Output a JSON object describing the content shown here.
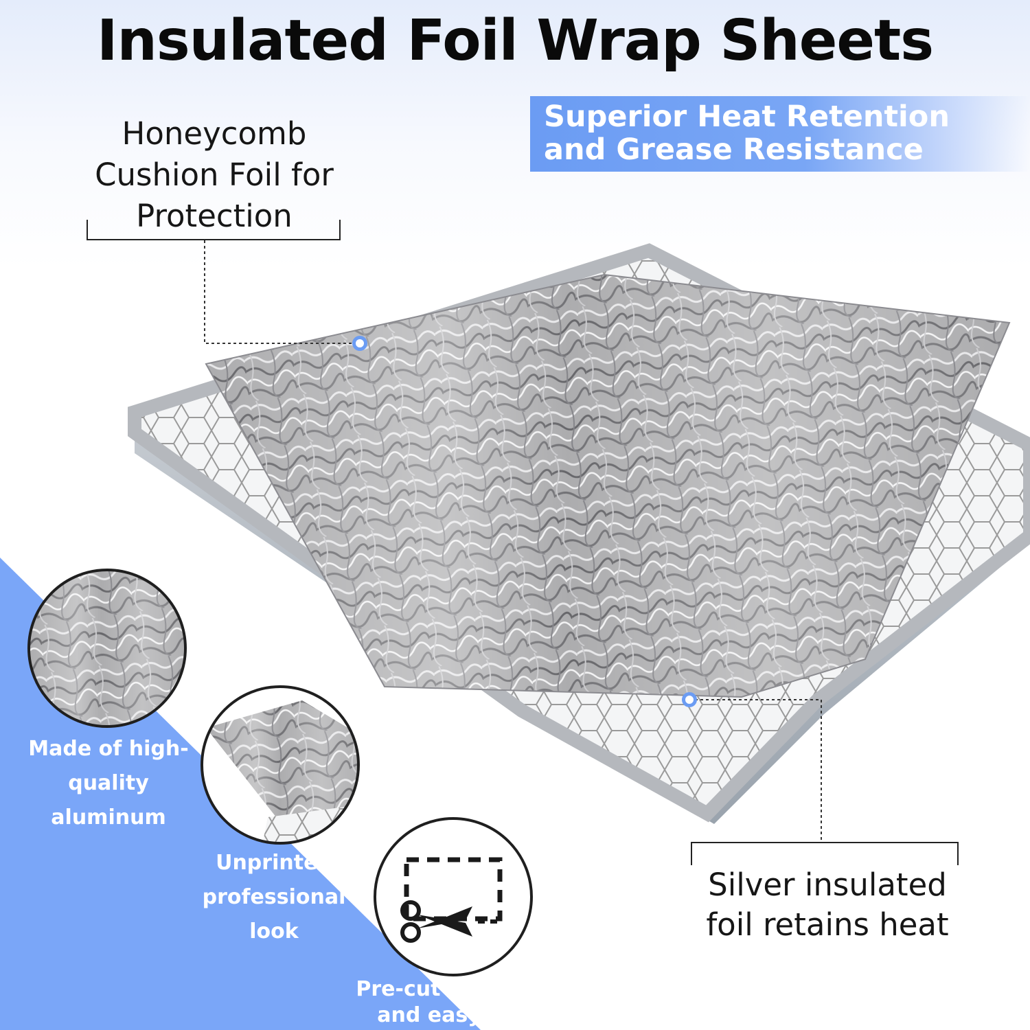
{
  "title": "Insulated Foil Wrap Sheets",
  "banner": {
    "line1": "Superior Heat Retention",
    "line2": "and Grease Resistance"
  },
  "callouts": {
    "honeycomb": [
      "Honeycomb",
      "Cushion Foil for",
      "Protection"
    ],
    "silver": [
      "Silver insulated",
      "foil retains heat"
    ]
  },
  "features": {
    "aluminum": [
      "Made of high-",
      "quality",
      "aluminum"
    ],
    "unprinted": [
      "Unprinted",
      "professional look"
    ],
    "precut": [
      "Pre-cut for quick",
      "and easy use"
    ]
  },
  "icons": [
    "dashed-rectangle-icon",
    "scissors-icon"
  ],
  "colors": {
    "accent": "#6b9cf3",
    "panel": "#7aa6f8",
    "text": "#161616"
  }
}
